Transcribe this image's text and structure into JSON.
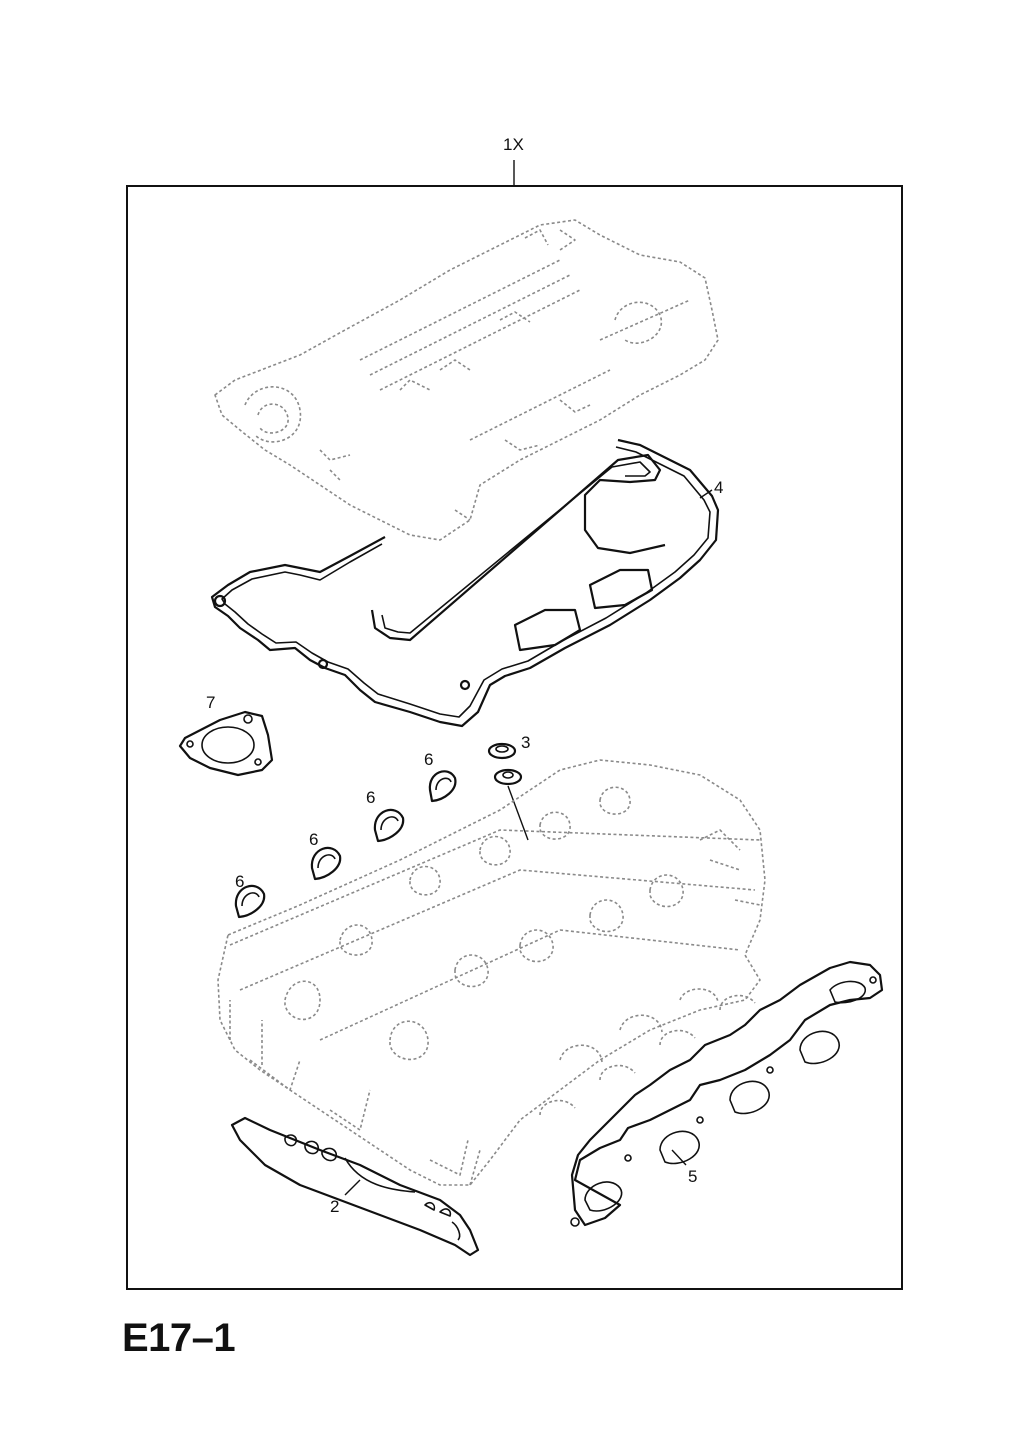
{
  "diagram": {
    "kit_label": "1X",
    "page_code": "E17–1",
    "callouts": {
      "head_gasket": "2",
      "valve_seal": "3",
      "cover_gasket": "4",
      "exhaust_gasket": "5",
      "intake_seal_a": "6",
      "intake_seal_b": "6",
      "intake_seal_c": "6",
      "intake_seal_d": "6",
      "throttle_gasket": "7"
    }
  }
}
